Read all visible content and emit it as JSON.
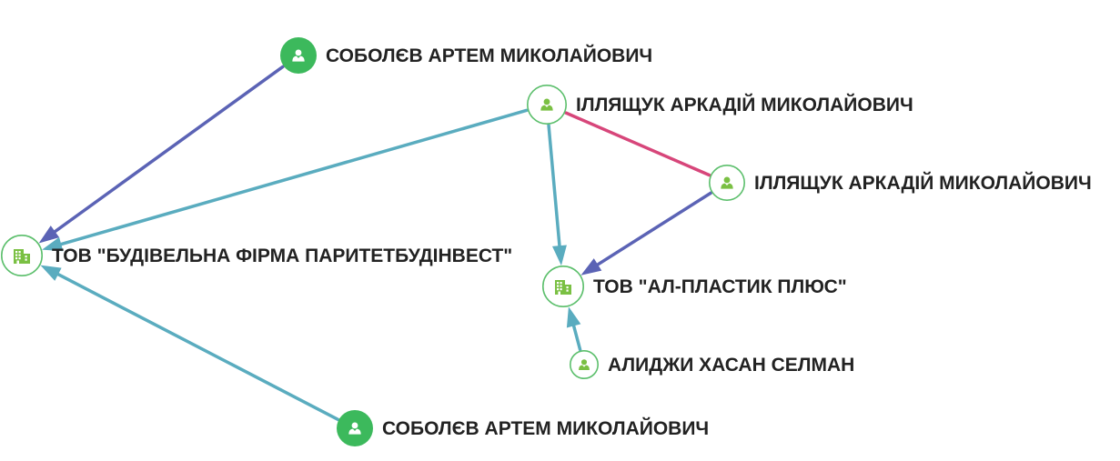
{
  "colors": {
    "person_filled": "#3cb95c",
    "node_outline": "#5cbf6c",
    "icon_green": "#7ac043",
    "edge_teal": "#5aacbf",
    "edge_indigo": "#5b63b5",
    "edge_pink": "#d7467a",
    "label": "#222222"
  },
  "nodes": [
    {
      "id": "n1",
      "label": "СОБОЛЄВ АРТЕМ МИКОЛАЙОВИЧ",
      "kind": "person",
      "style": "filled",
      "icon": "person-icon"
    },
    {
      "id": "n2",
      "label": "ІЛЛЯЩУК АРКАДІЙ МИКОЛАЙОВИЧ",
      "kind": "person",
      "style": "outline",
      "icon": "person-icon"
    },
    {
      "id": "n3",
      "label": "ІЛЛЯЩУК АРКАДІЙ МИКОЛАЙОВИЧ",
      "kind": "person",
      "style": "outline",
      "icon": "person-icon"
    },
    {
      "id": "n4",
      "label": "ТОВ \"БУДІВЕЛЬНА ФІРМА ПАРИТЕТБУДІНВЕСТ\"",
      "kind": "company",
      "style": "outline",
      "icon": "building-icon"
    },
    {
      "id": "n5",
      "label": "ТОВ \"АЛ-ПЛАСТИК ПЛЮС\"",
      "kind": "company",
      "style": "outline",
      "icon": "building-icon"
    },
    {
      "id": "n6",
      "label": "АЛИДЖИ ХАСАН СЕЛМАН",
      "kind": "person",
      "style": "outline",
      "icon": "person-icon"
    },
    {
      "id": "n7",
      "label": "СОБОЛЄВ АРТЕМ МИКОЛАЙОВИЧ",
      "kind": "person",
      "style": "filled",
      "icon": "person-icon"
    }
  ],
  "edges": [
    {
      "from": "n1",
      "to": "n4",
      "color": "#5b63b5",
      "arrow": true
    },
    {
      "from": "n2",
      "to": "n4",
      "color": "#5aacbf",
      "arrow": true
    },
    {
      "from": "n7",
      "to": "n4",
      "color": "#5aacbf",
      "arrow": true
    },
    {
      "from": "n2",
      "to": "n5",
      "color": "#5aacbf",
      "arrow": true
    },
    {
      "from": "n3",
      "to": "n5",
      "color": "#5b63b5",
      "arrow": true
    },
    {
      "from": "n6",
      "to": "n5",
      "color": "#5aacbf",
      "arrow": true
    },
    {
      "from": "n2",
      "to": "n3",
      "color": "#d7467a",
      "arrow": false
    }
  ]
}
